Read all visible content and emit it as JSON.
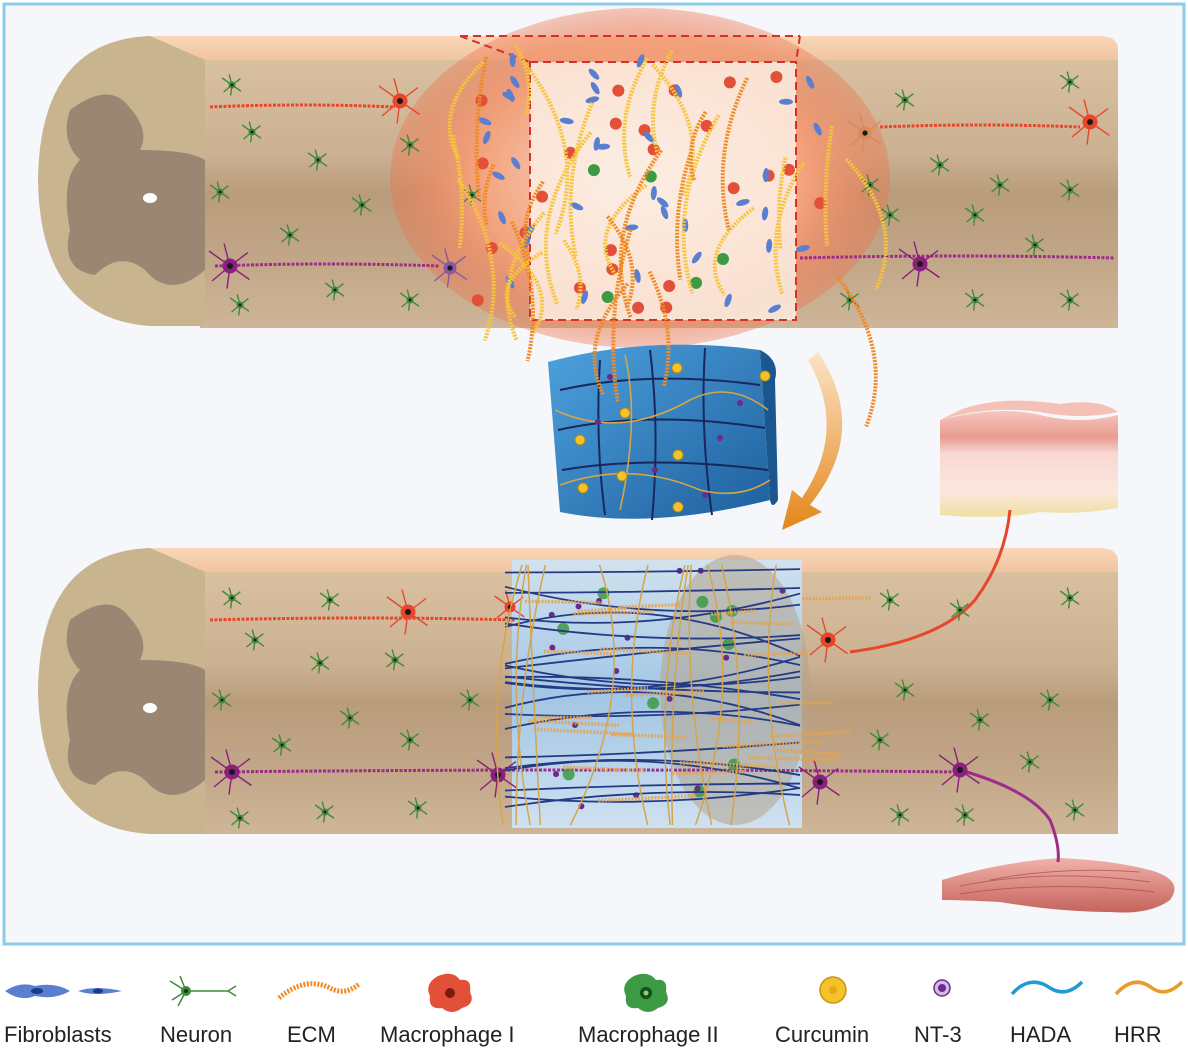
{
  "legend": {
    "fibroblasts": "Fibroblasts",
    "neuron": "Neuron",
    "ecm": "ECM",
    "macrophage_1": "Macrophage I",
    "macrophage_2": "Macrophage II",
    "curcumin": "Curcumin",
    "nt3": "NT-3",
    "hada": "HADA",
    "hrr": "HRR"
  },
  "colors": {
    "frame": "#8ecbe8",
    "panel_bg": "#f5f7fb",
    "cord_tan": "#c9ae8e",
    "cord_dark": "#b19573",
    "cord_top": "#f2caa8",
    "grey_matter": "#9b8673",
    "lesion_red": "#e8542c",
    "ecm_orange": "#f08a24",
    "ecm_yellow": "#f7c43a",
    "neuron_red": "#e8462a",
    "neuron_purple": "#8a1f7e",
    "neuron_green": "#3f8a3a",
    "fibroblast_blue": "#5a7fd1",
    "macrophage_red": "#e2503a",
    "macrophage_green": "#3c9a44",
    "curcumin_yellow": "#f4c22a",
    "nt3_purple": "#6b2a8c",
    "hada_blue": "#1e9bd7",
    "hrr_orange": "#e89a2a",
    "hydrogel_blue": "#2f7fbf",
    "arrow_orange": "#e58a1f",
    "skin_pink": "#f2b9b0",
    "muscle_red": "#d77a72"
  }
}
